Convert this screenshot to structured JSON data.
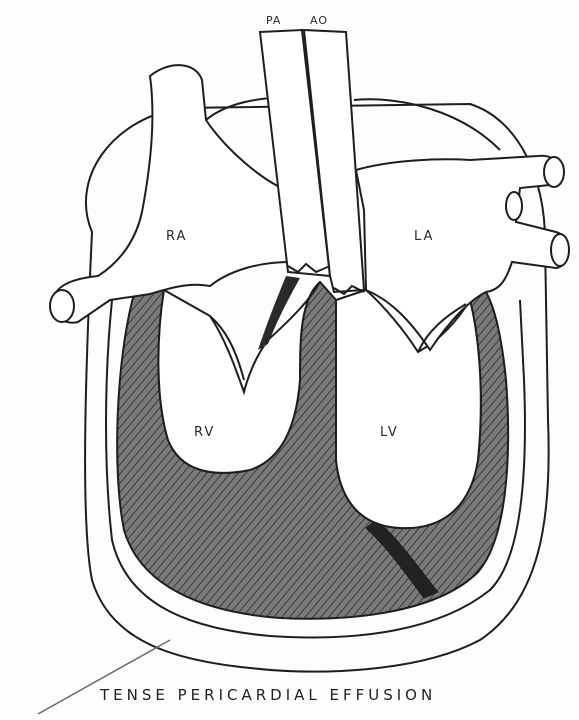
{
  "labels": {
    "pa": "PA",
    "ao": "AO",
    "ra": "RA",
    "la": "LA",
    "rv": "RV",
    "lv": "LV"
  },
  "caption": "TENSE PERICARDIAL EFFUSION",
  "colors": {
    "stroke": "#1e1e1e",
    "myocardium": "#6e6e6e",
    "hatch": "#3a3a3a",
    "background": "#fdfdfc"
  }
}
